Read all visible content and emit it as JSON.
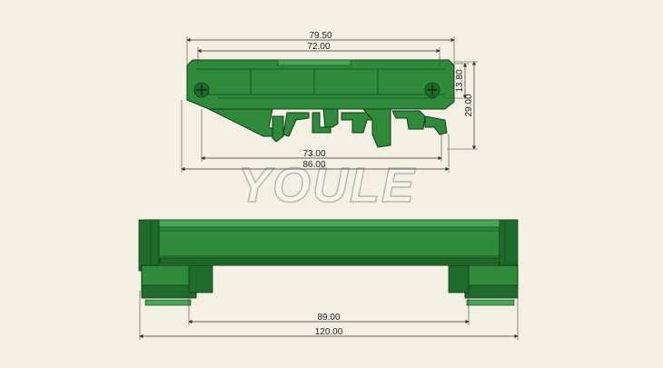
{
  "watermark": "YOULE",
  "top_view": {
    "dimensions": {
      "overall_width": "79.50",
      "inner_width": "72.00",
      "base_width": "73.00",
      "total_width": "86.00",
      "upper_height": "13.80",
      "total_height": "29.00"
    }
  },
  "side_view": {
    "dimensions": {
      "rail_span": "89.00",
      "total_length": "120.00"
    }
  },
  "colors": {
    "body": "#2f8a3c",
    "outline": "#0f3b16",
    "background": "#f4efe3"
  }
}
